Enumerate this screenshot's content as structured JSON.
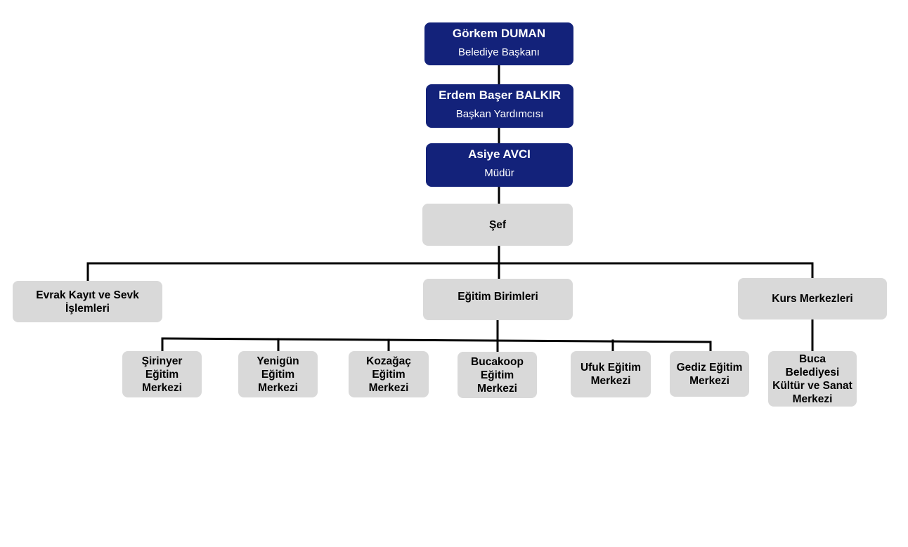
{
  "org_chart": {
    "mayor": {
      "name": "Görkem DUMAN",
      "title": "Belediye Başkanı"
    },
    "deputy_mayor": {
      "name": "Erdem Başer BALKIR",
      "title": "Başkan Yardımcısı"
    },
    "director": {
      "name": "Asiye AVCI",
      "title": "Müdür"
    },
    "chief": {
      "label": "Şef"
    },
    "units": {
      "registry": {
        "line1": "Evrak Kayıt ve Sevk",
        "line2": "İşlemleri"
      },
      "education": {
        "label": "Eğitim Birimleri"
      },
      "courses": {
        "label": "Kurs Merkezleri"
      }
    },
    "education_centers": [
      {
        "lines": [
          "Şirinyer",
          "Eğitim",
          "Merkezi"
        ]
      },
      {
        "lines": [
          "Yenigün",
          "Eğitim",
          "Merkezi"
        ]
      },
      {
        "lines": [
          "Kozağaç",
          "Eğitim",
          "Merkezi"
        ]
      },
      {
        "lines": [
          "Bucakoop",
          "Eğitim",
          "Merkezi"
        ]
      },
      {
        "lines": [
          "Ufuk Eğitim",
          "Merkezi"
        ]
      },
      {
        "lines": [
          "Gediz Eğitim",
          "Merkezi"
        ]
      }
    ],
    "course_centers": [
      {
        "lines": [
          "Buca",
          "Belediyesi",
          "Kültür ve Sanat",
          "Merkezi"
        ]
      }
    ],
    "colors": {
      "executive_box": "#13227a",
      "unit_box": "#d9d9d9",
      "connector": "#000000"
    }
  }
}
